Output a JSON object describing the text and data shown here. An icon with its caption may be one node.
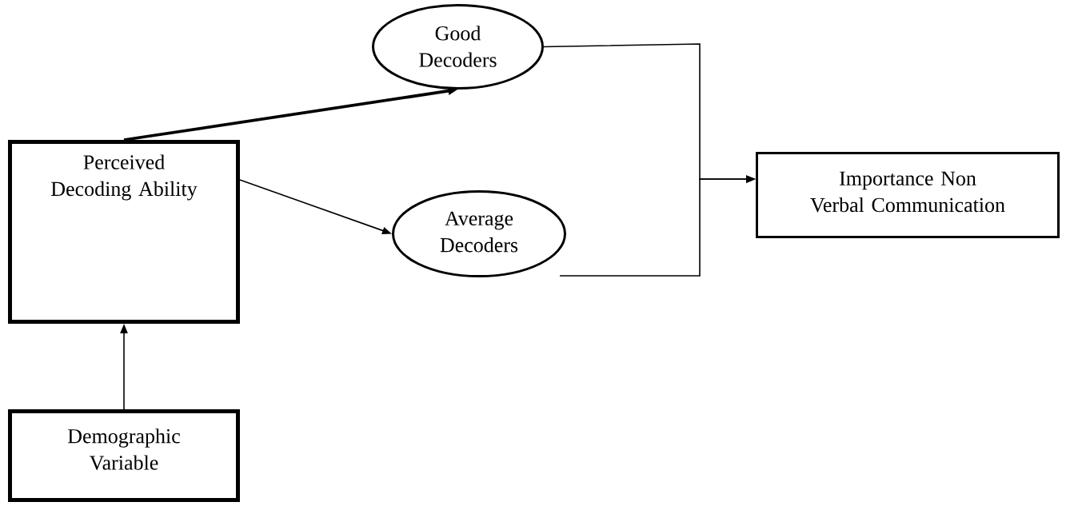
{
  "diagram": {
    "nodes": [
      {
        "text": [
          "Perceived Decoding Ability"
        ]
      },
      {
        "text": [
          "Good Decoders"
        ]
      },
      {
        "text": [
          "Average Decoders"
        ]
      },
      {
        "text": [
          "Importance Non Verbal Communication"
        ]
      },
      {
        "text": [
          "Demographic Variable"
        ]
      }
    ],
    "edges": [
      {
        "from": 0,
        "to": 1,
        "arrow": "to",
        "style": "thick"
      },
      {
        "from": 0,
        "to": 2,
        "arrow": "to"
      },
      {
        "from": 1,
        "to": 3,
        "arrow": "to"
      },
      {
        "from": 2,
        "to": 3,
        "arrow": "to"
      },
      {
        "from": 4,
        "to": 0,
        "arrow": "to"
      }
    ]
  }
}
